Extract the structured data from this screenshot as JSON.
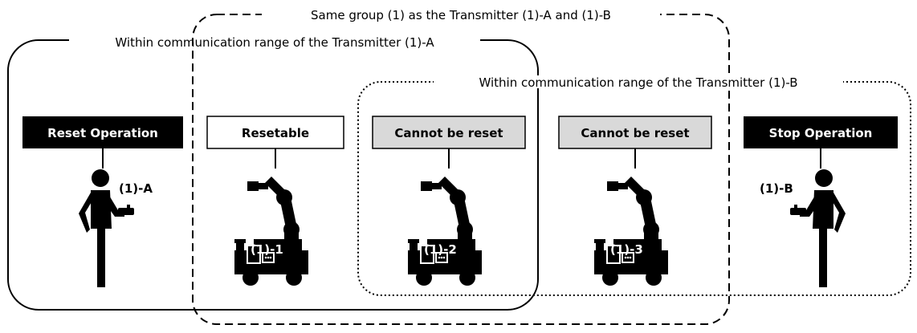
{
  "ranges": {
    "group": "Same group (1) as the Transmitter (1)-A and (1)-B",
    "range_a": "Within communication range of the Transmitter (1)-A",
    "range_b": "Within communication range of the Transmitter (1)-B"
  },
  "people": [
    {
      "id": "(1)-A",
      "status": "Reset Operation",
      "icon": "person-with-transmitter-icon"
    },
    {
      "id": "(1)-B",
      "status": "Stop Operation",
      "icon": "person-with-transmitter-icon"
    }
  ],
  "machines": [
    {
      "id": "(1)-1",
      "status": "Resetable",
      "icon": "robot-vehicle-icon"
    },
    {
      "id": "(1)-2",
      "status": "Cannot be reset",
      "icon": "robot-vehicle-icon"
    },
    {
      "id": "(1)-3",
      "status": "Cannot be reset",
      "icon": "robot-vehicle-icon"
    }
  ],
  "colors": {
    "black_box_fill": "#000000",
    "grey_box_fill": "#d9d9d9",
    "white_box_fill": "#ffffff",
    "icon_color": "#000000"
  }
}
